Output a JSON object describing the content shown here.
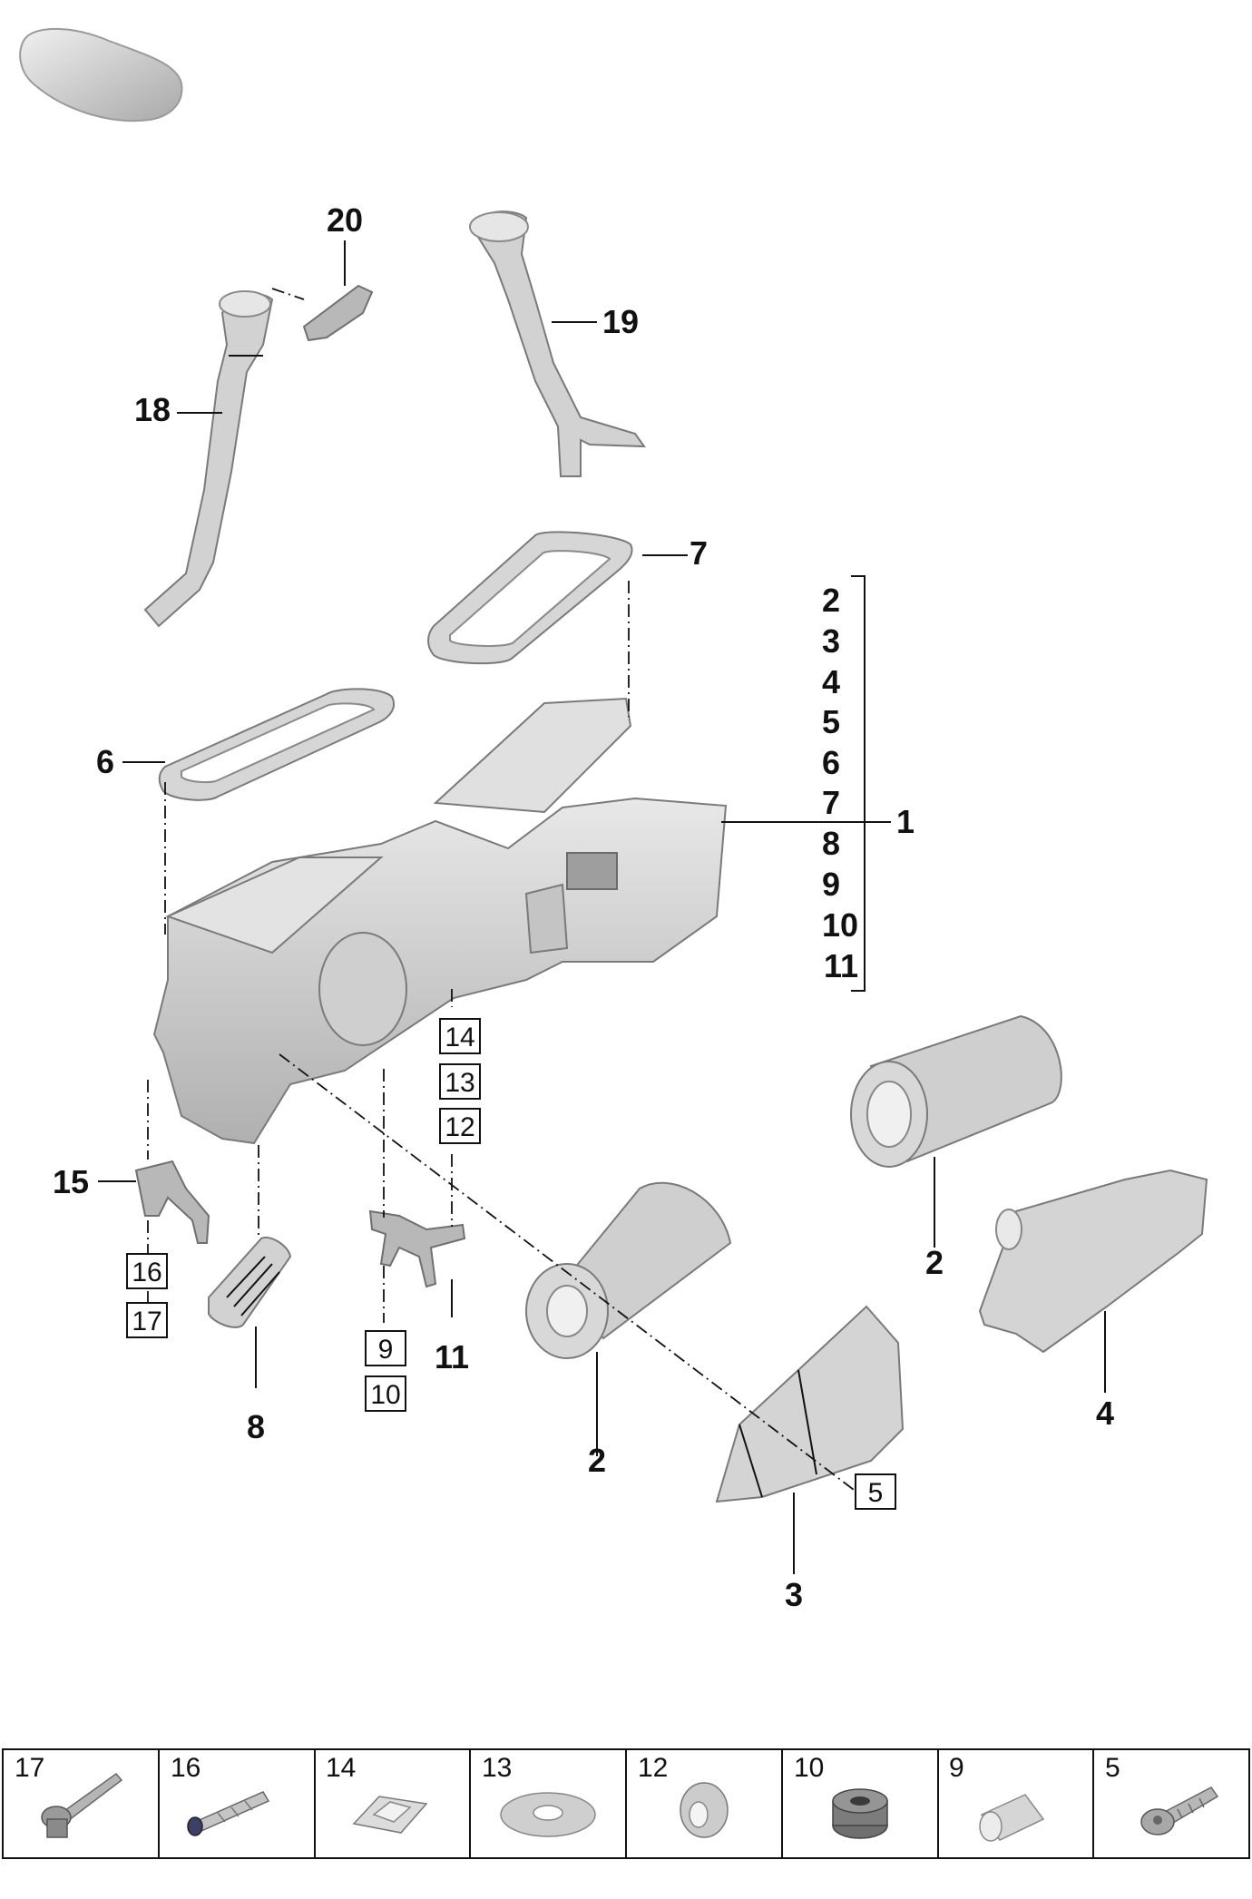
{
  "callouts": {
    "c20": "20",
    "c19": "19",
    "c18": "18",
    "c7": "7",
    "c6": "6",
    "c1": "1",
    "c15": "15",
    "c8": "8",
    "c11": "11",
    "c2a": "2",
    "c2b": "2",
    "c3": "3",
    "c4": "4"
  },
  "group_list": [
    "2",
    "3",
    "4",
    "5",
    "6",
    "7",
    "8",
    "9",
    "10",
    "11"
  ],
  "boxed": {
    "b14": "14",
    "b13": "13",
    "b12": "12",
    "b16": "16",
    "b17": "17",
    "b9": "9",
    "b10": "10",
    "b5": "5"
  },
  "tray": [
    {
      "label": "17",
      "icon": "bolt-icon"
    },
    {
      "label": "16",
      "icon": "expansion-rivet-icon"
    },
    {
      "label": "14",
      "icon": "clip-nut-icon"
    },
    {
      "label": "13",
      "icon": "washer-icon"
    },
    {
      "label": "12",
      "icon": "grommet-icon"
    },
    {
      "label": "10",
      "icon": "rubber-grommet-icon"
    },
    {
      "label": "9",
      "icon": "spacer-sleeve-icon"
    },
    {
      "label": "5",
      "icon": "screw-icon"
    }
  ]
}
